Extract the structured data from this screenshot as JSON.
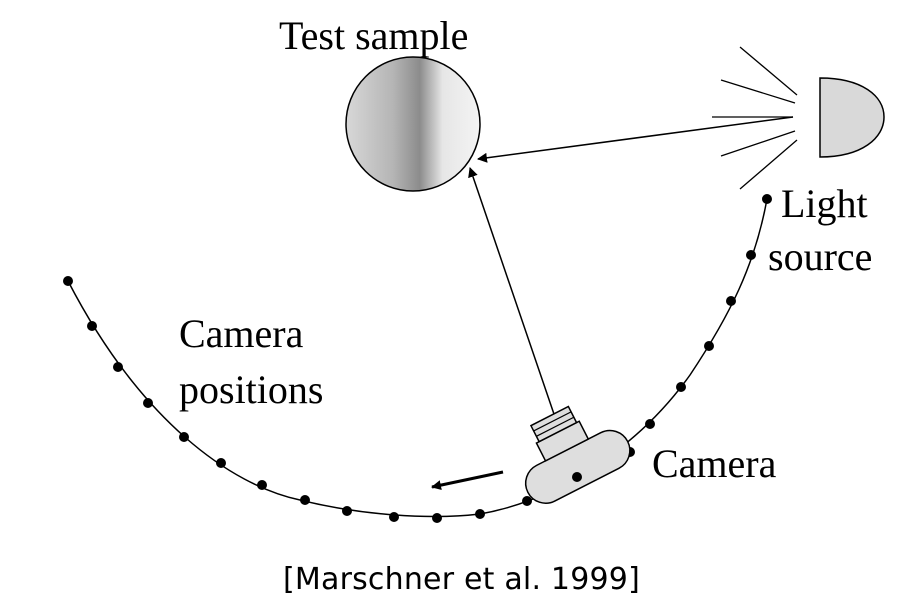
{
  "labels": {
    "test_sample": "Test sample",
    "light_source_line1": "Light",
    "light_source_line2": "source",
    "camera_positions_line1": "Camera",
    "camera_positions_line2": "positions",
    "camera": "Camera"
  },
  "citation": "[Marschner et al. 1999]",
  "colors": {
    "ink": "#000000",
    "sphere_light": "#f2f2f2",
    "sphere_dark": "#8c8c8c",
    "lamp_fill": "#d9d9d9",
    "camera_fill": "#dedede"
  }
}
